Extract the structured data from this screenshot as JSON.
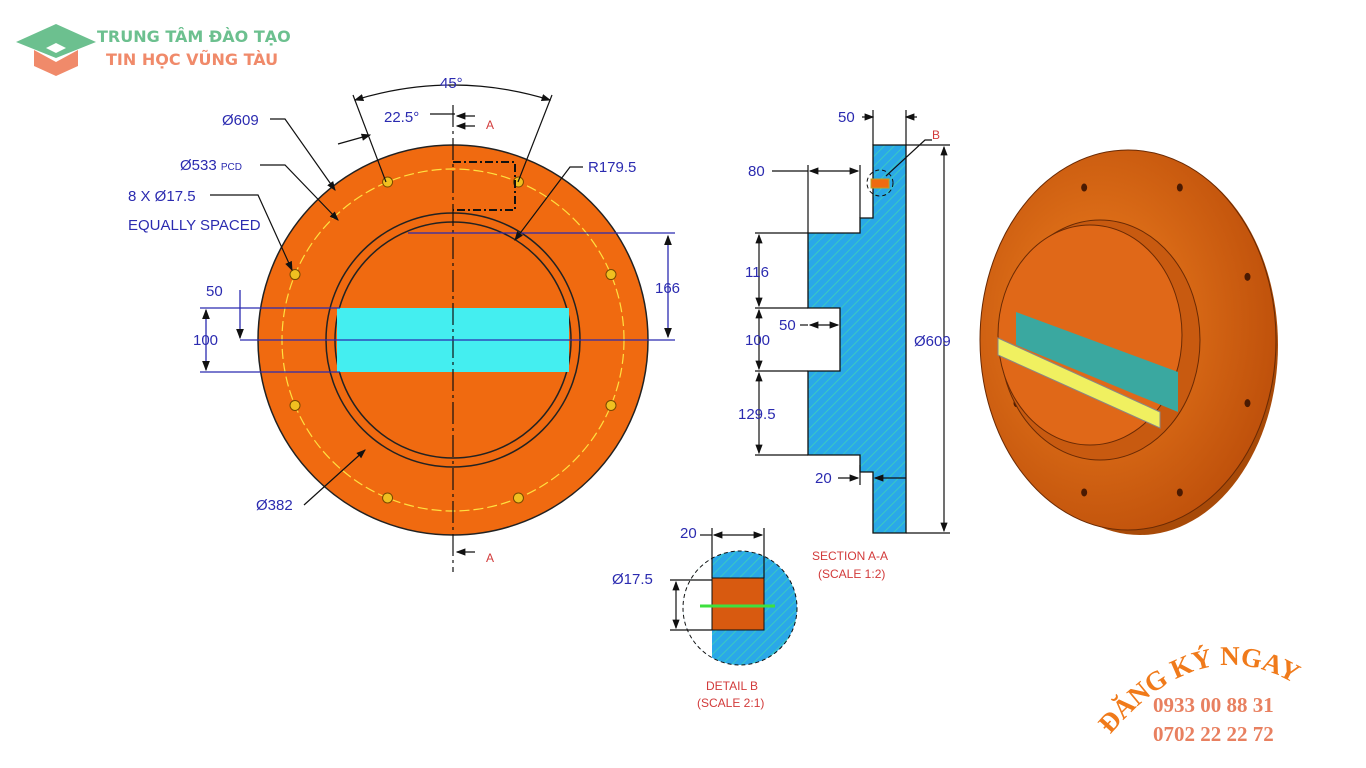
{
  "logo": {
    "line1": "TRUNG TÂM ĐÀO TẠO",
    "line2": "TIN HỌC VŨNG TÀU"
  },
  "front_view": {
    "angle_45": "45°",
    "angle_22": "22.5°",
    "section_mark_top": "A",
    "section_mark_bottom": "A",
    "dia_outer": "Ø609",
    "dia_pcd": "Ø533",
    "pcd_suffix": "PCD",
    "holes": "8 X Ø17.5",
    "equally_spaced": "EQUALLY SPACED",
    "radius": "R179.5",
    "dim_166": "166",
    "dim_50": "50",
    "dim_100": "100",
    "dia_inner": "Ø382"
  },
  "section_view": {
    "dim_50_top": "50",
    "detail_mark": "B",
    "dim_80": "80",
    "dim_116": "116",
    "dim_50_slot": "50",
    "dim_100": "100",
    "dim_129": "129.5",
    "dim_20": "20",
    "dia_609": "Ø609",
    "title": "SECTION A-A",
    "scale": "(SCALE 1:2)"
  },
  "detail_view": {
    "dim_20": "20",
    "dia": "Ø17.5",
    "title": "DETAIL B",
    "scale": "(SCALE 2:1)"
  },
  "promo": {
    "headline": "ĐĂNG KÝ NGAY",
    "phone1": "0933 00 88 31",
    "phone2": "0702 22 22 72"
  },
  "colors": {
    "part": "#f06a10",
    "section": "#2aa8e8",
    "slot": "#44eef0",
    "dims": "#2b2bb0"
  }
}
